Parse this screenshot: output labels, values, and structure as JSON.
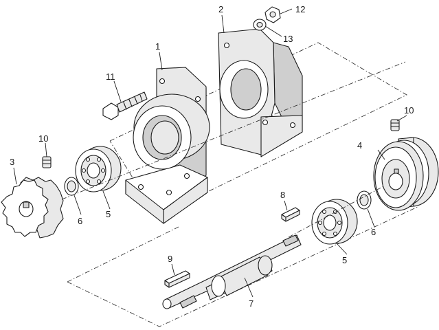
{
  "callouts": {
    "c1": "1",
    "c2": "2",
    "c3": "3",
    "c4": "4",
    "c5a": "5",
    "c5b": "5",
    "c6a": "6",
    "c6b": "6",
    "c7": "7",
    "c8": "8",
    "c9": "9",
    "c10a": "10",
    "c10b": "10",
    "c11": "11",
    "c12": "12",
    "c13": "13"
  },
  "colors": {
    "line": "#1a1a1a",
    "shade": "#e9e9e9",
    "dark_shade": "#cfcfcf",
    "background": "#ffffff"
  }
}
